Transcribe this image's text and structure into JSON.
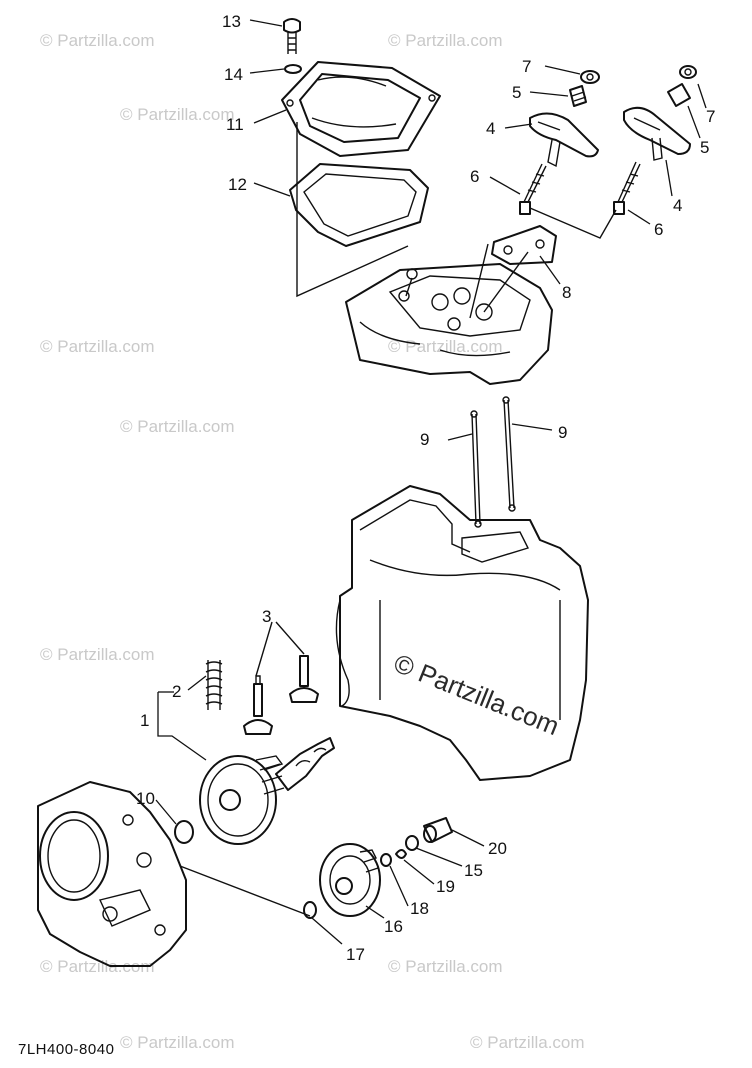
{
  "diagram": {
    "code": "7LH400-8040",
    "watermark_small": "© Partzilla.com",
    "watermark_center": "© Partzilla.com",
    "callouts": {
      "c1": "1",
      "c2": "2",
      "c3": "3",
      "c4a": "4",
      "c4b": "4",
      "c5a": "5",
      "c5b": "5",
      "c6a": "6",
      "c6b": "6",
      "c7a": "7",
      "c7b": "7",
      "c8": "8",
      "c9a": "9",
      "c9b": "9",
      "c10": "10",
      "c11": "11",
      "c12": "12",
      "c13": "13",
      "c14": "14",
      "c15": "15",
      "c16": "16",
      "c17": "17",
      "c18": "18",
      "c19": "19",
      "c20": "20"
    }
  },
  "colors": {
    "ink": "#111111",
    "watermark": "#c9c9c9"
  }
}
